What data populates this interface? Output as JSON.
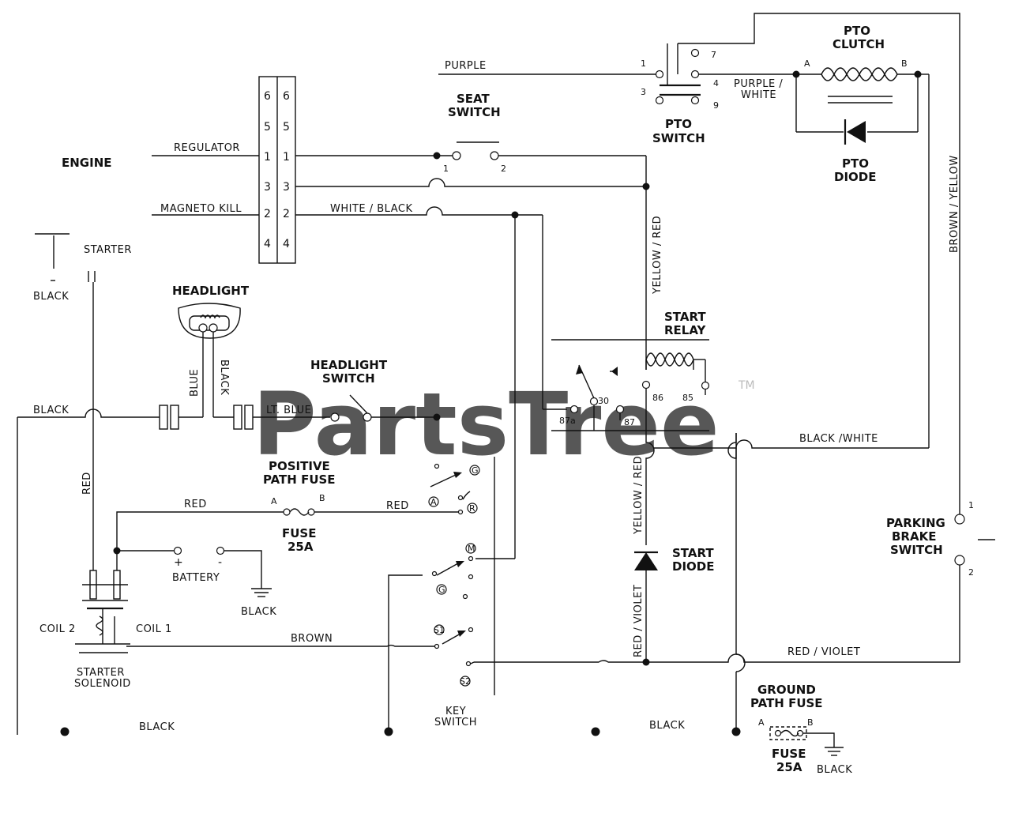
{
  "components": {
    "engine": "ENGINE",
    "starter": "STARTER",
    "headlight": "HEADLIGHT",
    "headlight_switch": [
      "HEADLIGHT",
      "SWITCH"
    ],
    "seat_switch": [
      "SEAT",
      "SWITCH"
    ],
    "pto_switch": [
      "PTO",
      "SWITCH"
    ],
    "pto_clutch": [
      "PTO",
      "CLUTCH"
    ],
    "pto_diode": [
      "PTO",
      "DIODE"
    ],
    "start_relay": [
      "START",
      "RELAY"
    ],
    "start_diode": [
      "START",
      "DIODE"
    ],
    "positive_fuse": [
      "POSITIVE",
      "PATH FUSE"
    ],
    "positive_fuse_rating": [
      "FUSE",
      "25A"
    ],
    "battery": "BATTERY",
    "starter_solenoid": [
      "STARTER",
      "SOLENOID"
    ],
    "coil2": "COIL 2",
    "coil1": "COIL 1",
    "key_switch": [
      "KEY",
      "SWITCH"
    ],
    "parking_brake_switch": [
      "PARKING",
      "BRAKE",
      "SWITCH"
    ],
    "ground_fuse": [
      "GROUND",
      "PATH FUSE"
    ],
    "ground_fuse_rating": [
      "FUSE",
      "25A"
    ]
  },
  "wire_labels": {
    "regulator": "REGULATOR",
    "magneto_kill": "MAGNETO KILL",
    "purple": "PURPLE",
    "purple_white": [
      "PURPLE /",
      "WHITE"
    ],
    "white_black": "WHITE / BLACK",
    "yellow_red_upper": "YELLOW / RED",
    "yellow_red_lower": "YELLOW / RED",
    "brown_yellow": "BROWN / YELLOW",
    "black_white": "BLACK /WHITE",
    "black_1": "BLACK",
    "black_2": "BLACK",
    "black_3": "BLACK",
    "black_4": "BLACK",
    "black_5": "BLACK",
    "black_6": "BLACK",
    "blue": "BLUE",
    "black_vert": "BLACK",
    "lt_blue": "LT. BLUE",
    "red_vert": "RED",
    "red_1": "RED",
    "red_2": "RED",
    "brown": "BROWN",
    "red_violet_vert": "RED / VIOLET",
    "red_violet_horiz": "RED / VIOLET"
  },
  "terminals": {
    "connector_left": [
      "6",
      "5",
      "1",
      "3",
      "2",
      "4"
    ],
    "connector_right": [
      "6",
      "5",
      "1",
      "3",
      "2",
      "4"
    ],
    "seat": [
      "1",
      "2"
    ],
    "pto_left": [
      "1",
      "3"
    ],
    "pto_right": [
      "7",
      "4",
      "9"
    ],
    "clutch": [
      "A",
      "B"
    ],
    "relay": [
      "87a",
      "30",
      "87",
      "86",
      "85"
    ],
    "fuse_pos": [
      "A",
      "B"
    ],
    "fuse_gnd": [
      "A",
      "B"
    ],
    "battery": [
      "+",
      "-"
    ],
    "key": [
      "G",
      "A",
      "R",
      "M",
      "G",
      "S1",
      "S2"
    ],
    "parking": [
      "1",
      "2"
    ]
  },
  "watermark": "PartsTree",
  "trademark": "TM"
}
